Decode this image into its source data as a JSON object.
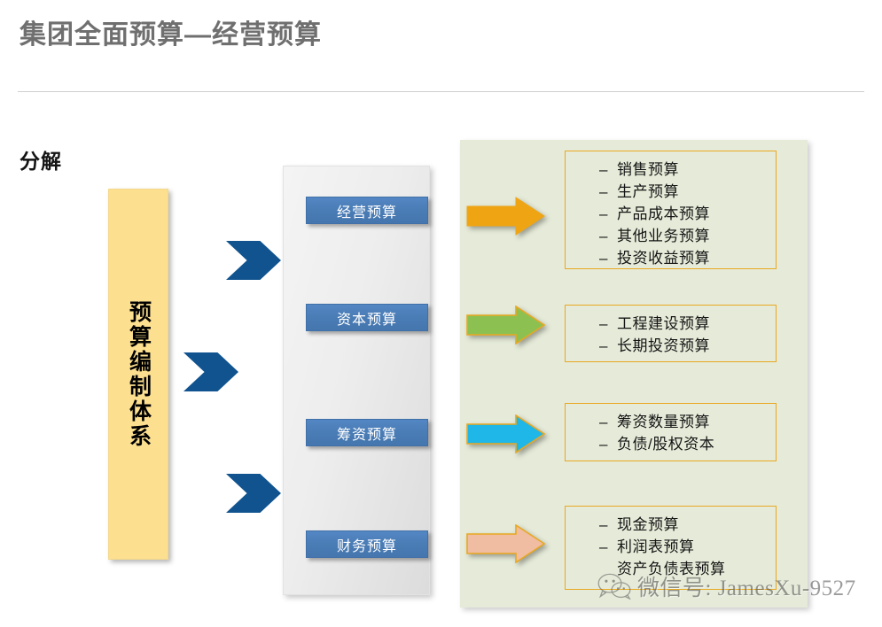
{
  "slide": {
    "title": "集团全面预算—经营预算",
    "section_label": "分解",
    "title_color": "#6f6f6f",
    "divider_color": "#cfcfcf"
  },
  "pillar": {
    "label": "预算编制体系",
    "fill_color": "#fcdf8f"
  },
  "flow_arrows": [
    {
      "name": "chevron-1",
      "color": "#10538f"
    },
    {
      "name": "chevron-2",
      "color": "#10538f"
    },
    {
      "name": "chevron-3",
      "color": "#10538f"
    }
  ],
  "budget_categories": [
    {
      "label": "经营预算",
      "color": "#4a7cb5"
    },
    {
      "label": "资本预算",
      "color": "#4a7cb5"
    },
    {
      "label": "筹资预算",
      "color": "#4a7cb5"
    },
    {
      "label": "财务预算",
      "color": "#4a7cb5"
    }
  ],
  "groups": [
    {
      "arrow_name": "orange-arrow",
      "arrow_fill": "#efa513",
      "arrow_stroke": "#e8a820",
      "dash": "–",
      "items": [
        "销售预算",
        "生产预算",
        "产品成本预算",
        "其他业务预算",
        "投资收益预算"
      ]
    },
    {
      "arrow_name": "green-arrow",
      "arrow_fill": "#8cc152",
      "arrow_stroke": "#e8a820",
      "dash": "–",
      "items": [
        "工程建设预算",
        "长期投资预算"
      ]
    },
    {
      "arrow_name": "cyan-arrow",
      "arrow_fill": "#1fb6e8",
      "arrow_stroke": "#e8a820",
      "dash": "–",
      "items": [
        "筹资数量预算",
        "负债/股权资本"
      ]
    },
    {
      "arrow_name": "peach-arrow",
      "arrow_fill": "#f0bca2",
      "arrow_stroke": "#e8a820",
      "dash": "–",
      "items": [
        "现金预算",
        "利润表预算",
        "资产负债表预算"
      ]
    }
  ],
  "watermark": {
    "text": "微信号: JamesXu-9527",
    "icon": "wechat-icon"
  },
  "panels": {
    "gray_panel_name": "budget-categories-panel",
    "green_panel_name": "budget-details-panel",
    "green_panel_color": "#e6ebd9"
  }
}
